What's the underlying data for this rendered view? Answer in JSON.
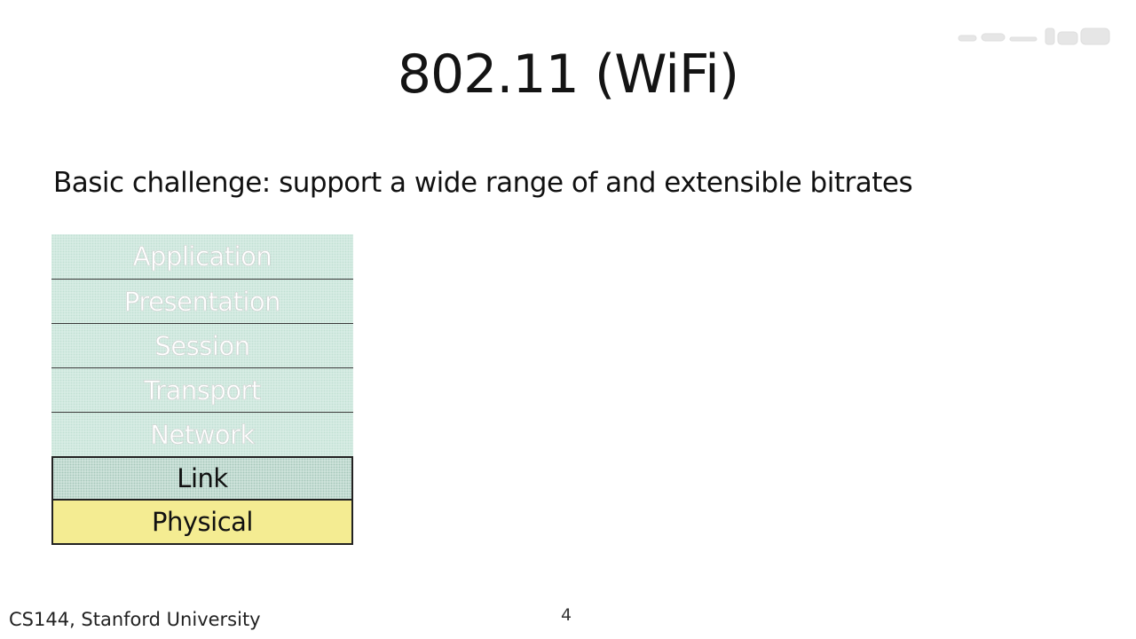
{
  "slide": {
    "title": "802.11 (WiFi)",
    "subtitle": "Basic challenge: support a wide range of and extensible bitrates",
    "footer": "CS144, Stanford University",
    "page_number": "4"
  },
  "layers": [
    {
      "label": "Application",
      "faded": true
    },
    {
      "label": "Presentation",
      "faded": true
    },
    {
      "label": "Session",
      "faded": true
    },
    {
      "label": "Transport",
      "faded": true
    },
    {
      "label": "Network",
      "faded": true
    },
    {
      "label": "Link",
      "faded": false
    },
    {
      "label": "Physical",
      "faded": false
    }
  ],
  "colors": {
    "layer_green": "#dcefe7",
    "physical_yellow": "#f4ec92"
  }
}
